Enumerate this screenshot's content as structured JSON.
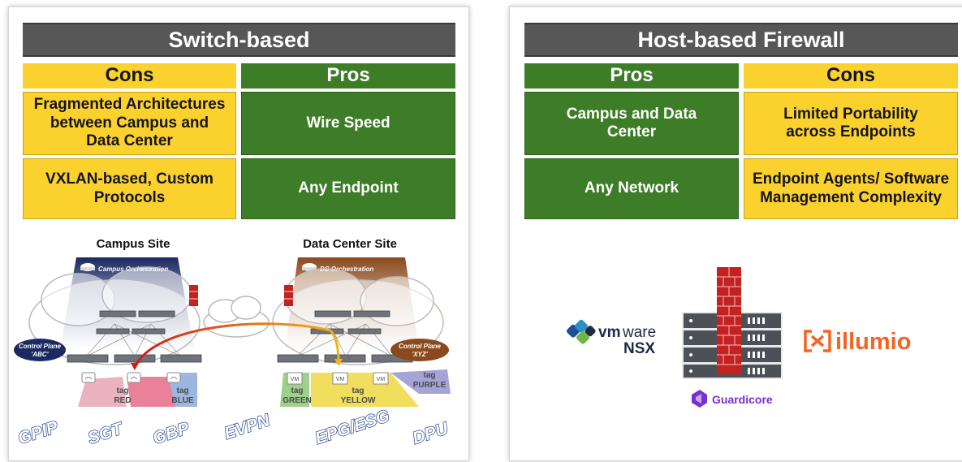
{
  "left": {
    "title": "Switch-based",
    "cons_header": "Cons",
    "pros_header": "Pros",
    "cons": [
      "Fragmented Architectures between Campus and Data Center",
      "VXLAN-based, Custom Protocols"
    ],
    "pros": [
      "Wire Speed",
      "Any Endpoint"
    ],
    "diagram": {
      "campus_site": "Campus Site",
      "dc_site": "Data Center Site",
      "campus_orch": "Campus Orchestration",
      "dc_orch": "DC Orchestration",
      "cp_left_1": "Control Plane",
      "cp_left_2": "'ABC'",
      "cp_right_1": "Control Plane",
      "cp_right_2": "'XYZ'",
      "vm": "VM",
      "tag": "tag",
      "tag_red": "RED",
      "tag_blue": "BLUE",
      "tag_green": "GREEN",
      "tag_yellow": "YELLOW",
      "tag_purple": "PURPLE"
    },
    "protocols": [
      "GPIP",
      "SGT",
      "GBP",
      "EVPN",
      "EPG/ESG",
      "DPU"
    ]
  },
  "right": {
    "title": "Host-based Firewall",
    "pros_header": "Pros",
    "cons_header": "Cons",
    "pros": [
      "Campus and Data Center",
      "Any Network"
    ],
    "cons": [
      "Limited Portability across Endpoints",
      "Endpoint Agents/ Software Management Complexity"
    ],
    "logos": {
      "vmware_1": "vm",
      "vmware_2": "ware",
      "nsx": "NSX",
      "illumio": "illumio",
      "guardicore": "Guardicore"
    }
  },
  "colors": {
    "title_bg": "#575757",
    "yellow": "#fbd12e",
    "green": "#3e7d27",
    "campus_navy": "#1b2a63",
    "dc_brown": "#8b4a1e",
    "illumio_orange": "#f26522",
    "guardicore_purple": "#7b2fd1"
  }
}
